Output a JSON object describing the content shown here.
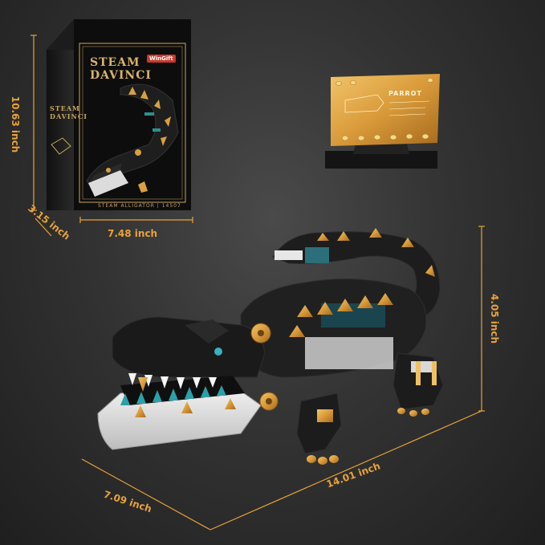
{
  "box": {
    "title_line1": "STEAM",
    "title_line2": "DAVINCI",
    "side_title_line1": "STEAM",
    "side_title_line2": "DAVINCI",
    "brand": "WinGift",
    "bottom_caption": "STEAM ALLIGATOR | 14507"
  },
  "plate": {
    "label": "PARROT"
  },
  "dimensions": {
    "box_height": "10.63 inch",
    "box_depth": "3.15 inch",
    "box_width": "7.48 inch",
    "model_height": "4.05 inch",
    "model_depth": "7.09 inch",
    "model_length": "14.01 inch"
  },
  "colors": {
    "accent": "#e8a23a",
    "gold": "#c9a55e",
    "background": "#333333"
  }
}
